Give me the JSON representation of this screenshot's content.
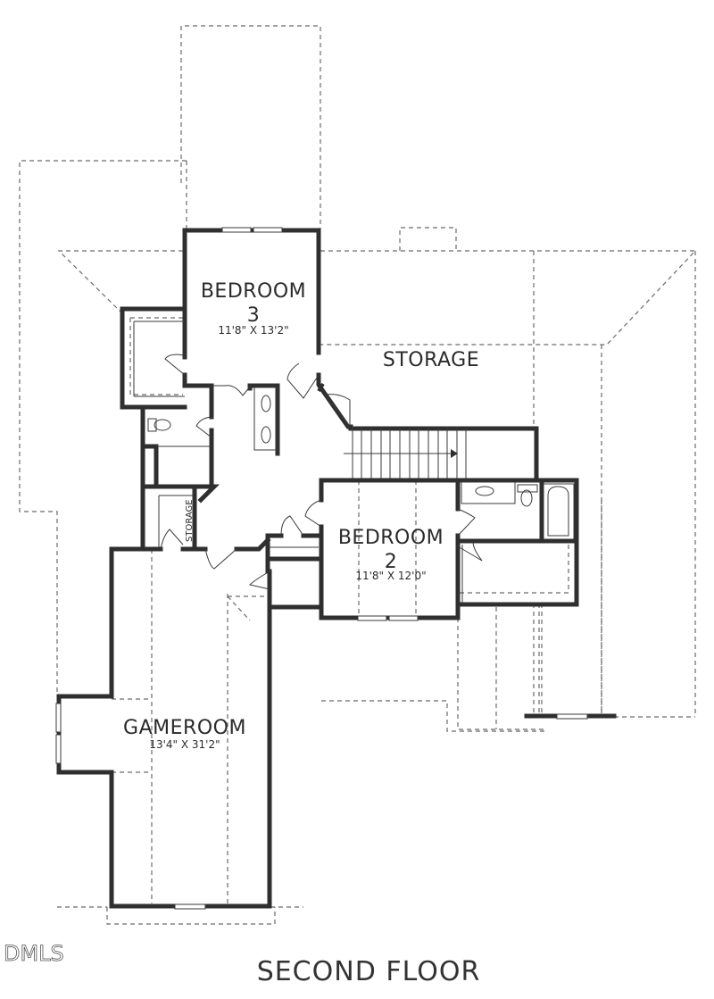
{
  "plan": {
    "title": "SECOND FLOOR",
    "watermark": "DMLS"
  },
  "rooms": {
    "bedroom3": {
      "name": "BEDROOM",
      "number": "3",
      "dimensions": "11'8\" X 13'2\""
    },
    "bedroom2": {
      "name": "BEDROOM",
      "number": "2",
      "dimensions": "11'8\" X 12'0\""
    },
    "gameroom": {
      "name": "GAMEROOM",
      "dimensions": "13'4\" X 31'2\""
    },
    "storage_attic": {
      "name": "STORAGE"
    },
    "storage_closet": {
      "name": "STORAGE"
    }
  },
  "colors": {
    "wall": "#2f2f2f",
    "dashed_outline": "#6a6a6a",
    "background": "#ffffff"
  }
}
